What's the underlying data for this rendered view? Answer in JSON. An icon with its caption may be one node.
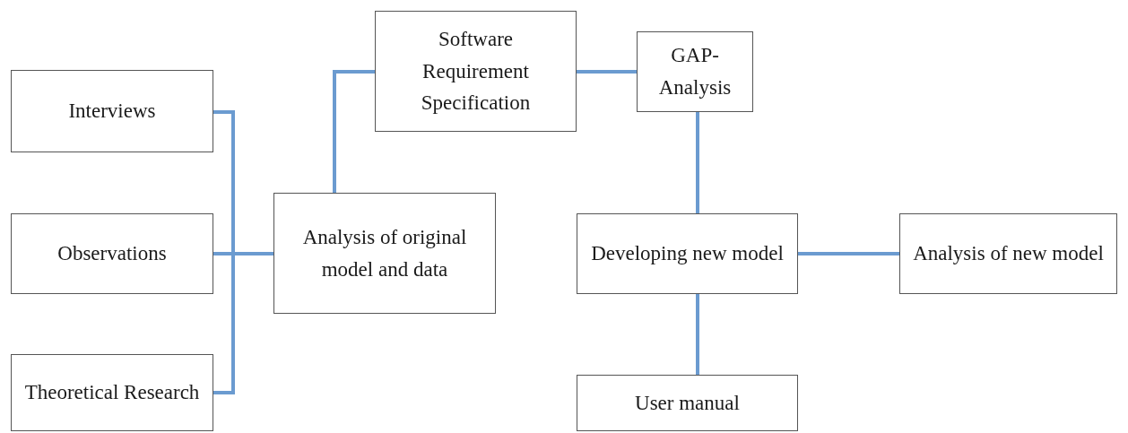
{
  "diagram": {
    "nodes": [
      {
        "text": [
          "Interviews"
        ]
      },
      {
        "text": [
          "Observations"
        ]
      },
      {
        "text": [
          "Theoretical Research"
        ]
      },
      {
        "text": [
          "Analysis of original model and data"
        ]
      },
      {
        "text": [
          "Software Requirement Specification"
        ]
      },
      {
        "text": [
          "GAP-Analysis"
        ]
      },
      {
        "text": [
          "Developing new model"
        ]
      },
      {
        "text": [
          "Analysis of new model"
        ]
      },
      {
        "text": [
          "User manual"
        ]
      }
    ],
    "edges": [
      {
        "from": 0,
        "to": 3,
        "arrow": "none"
      },
      {
        "from": 1,
        "to": 3,
        "arrow": "none"
      },
      {
        "from": 2,
        "to": 3,
        "arrow": "none"
      },
      {
        "from": 3,
        "to": 4,
        "arrow": "none"
      },
      {
        "from": 4,
        "to": 5,
        "arrow": "none"
      },
      {
        "from": 5,
        "to": 6,
        "arrow": "none"
      },
      {
        "from": 6,
        "to": 7,
        "arrow": "none"
      },
      {
        "from": 6,
        "to": 8,
        "arrow": "none"
      }
    ]
  }
}
